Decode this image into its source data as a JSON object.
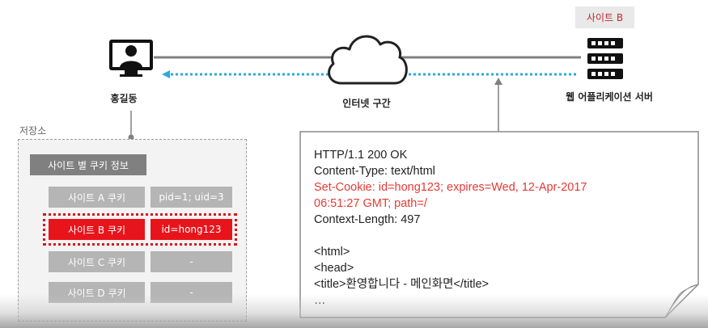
{
  "server": {
    "badge": "사이트 B",
    "label": "웹 어플리케이션 서버"
  },
  "client": {
    "label": "홍길동"
  },
  "network": {
    "label": "인터넷 구간"
  },
  "storage": {
    "label": "저장소",
    "header": "사이트 별 쿠키 정보",
    "rows": [
      {
        "name": "사이트 A 쿠키",
        "value": "pid=1; uid=3",
        "highlighted": false
      },
      {
        "name": "사이트 B 쿠키",
        "value": "id=hong123",
        "highlighted": true
      },
      {
        "name": "사이트 C 쿠키",
        "value": "-",
        "highlighted": false
      },
      {
        "name": "사이트 D 쿠키",
        "value": "-",
        "highlighted": false
      }
    ]
  },
  "http_response": {
    "lines": [
      {
        "text": "HTTP/1.1 200 OK",
        "highlight": false
      },
      {
        "text": "Content-Type: text/html",
        "highlight": false
      },
      {
        "text": "Set-Cookie: id=hong123; expires=Wed, 12-Apr-2017",
        "highlight": true
      },
      {
        "text": "06:51:27 GMT; path=/",
        "highlight": true
      },
      {
        "text": "Context-Length: 497",
        "highlight": false
      },
      {
        "text": "",
        "highlight": false
      },
      {
        "text": "<html>",
        "highlight": false
      },
      {
        "text": "<head>",
        "highlight": false
      },
      {
        "text": "<title>환영합니다 - 메인화면</title>",
        "highlight": false
      },
      {
        "text": "…",
        "highlight": false
      }
    ]
  },
  "colors": {
    "accent_red": "#e8141b",
    "dotted_arrow": "#29a9e1",
    "connector_gray": "#808080"
  }
}
